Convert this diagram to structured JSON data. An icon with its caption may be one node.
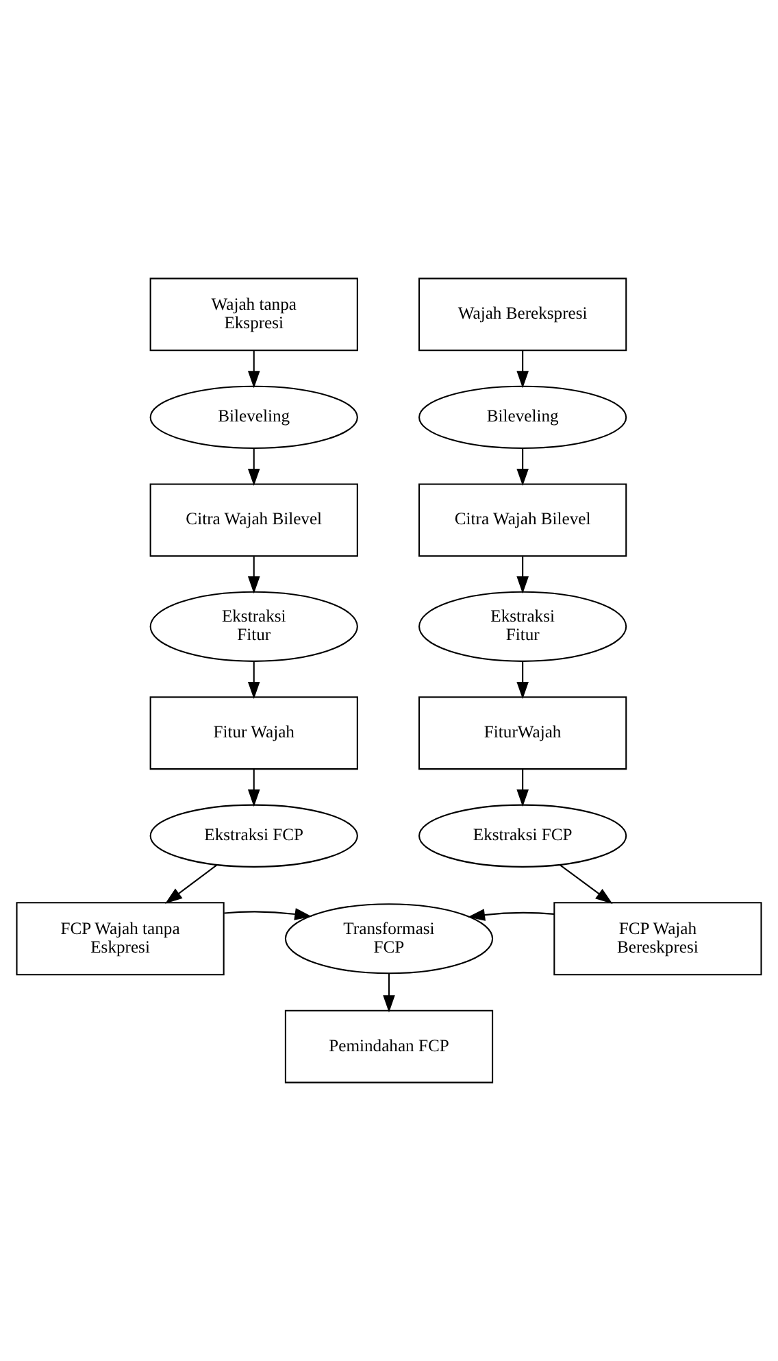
{
  "diagram": {
    "nodes": [
      {
        "text": [
          "Wajah tanpa Ekspresi"
        ]
      },
      {
        "text": [
          "Wajah Berekspresi"
        ]
      },
      {
        "text": [
          "Bileveling"
        ]
      },
      {
        "text": [
          "Bileveling"
        ]
      },
      {
        "text": [
          "Citra Wajah Bilevel"
        ]
      },
      {
        "text": [
          "Citra Wajah Bilevel"
        ]
      },
      {
        "text": [
          "Ekstraksi Fitur"
        ]
      },
      {
        "text": [
          "Ekstraksi Fitur"
        ]
      },
      {
        "text": [
          "Fitur Wajah"
        ]
      },
      {
        "text": [
          "FiturWajah"
        ]
      },
      {
        "text": [
          "Ekstraksi FCP"
        ]
      },
      {
        "text": [
          "Ekstraksi FCP"
        ]
      },
      {
        "text": [
          "FCP Wajah tanpa Eskpresi"
        ]
      },
      {
        "text": [
          "Transformasi FCP"
        ]
      },
      {
        "text": [
          "FCP Wajah Bereskpresi"
        ]
      },
      {
        "text": [
          "Pemindahan FCP"
        ]
      }
    ],
    "edges": [
      {
        "from": 0,
        "to": 2,
        "arrow": "to"
      },
      {
        "from": 2,
        "to": 4,
        "arrow": "to"
      },
      {
        "from": 4,
        "to": 6,
        "arrow": "to"
      },
      {
        "from": 6,
        "to": 8,
        "arrow": "to"
      },
      {
        "from": 8,
        "to": 10,
        "arrow": "to"
      },
      {
        "from": 10,
        "to": 12,
        "arrow": "to"
      },
      {
        "from": 1,
        "to": 3,
        "arrow": "to"
      },
      {
        "from": 3,
        "to": 5,
        "arrow": "to"
      },
      {
        "from": 5,
        "to": 7,
        "arrow": "to"
      },
      {
        "from": 7,
        "to": 9,
        "arrow": "to"
      },
      {
        "from": 9,
        "to": 11,
        "arrow": "to"
      },
      {
        "from": 11,
        "to": 14,
        "arrow": "to"
      },
      {
        "from": 12,
        "to": 13,
        "arrow": "to"
      },
      {
        "from": 14,
        "to": 13,
        "arrow": "to"
      },
      {
        "from": 13,
        "to": 15,
        "arrow": "to"
      }
    ]
  }
}
